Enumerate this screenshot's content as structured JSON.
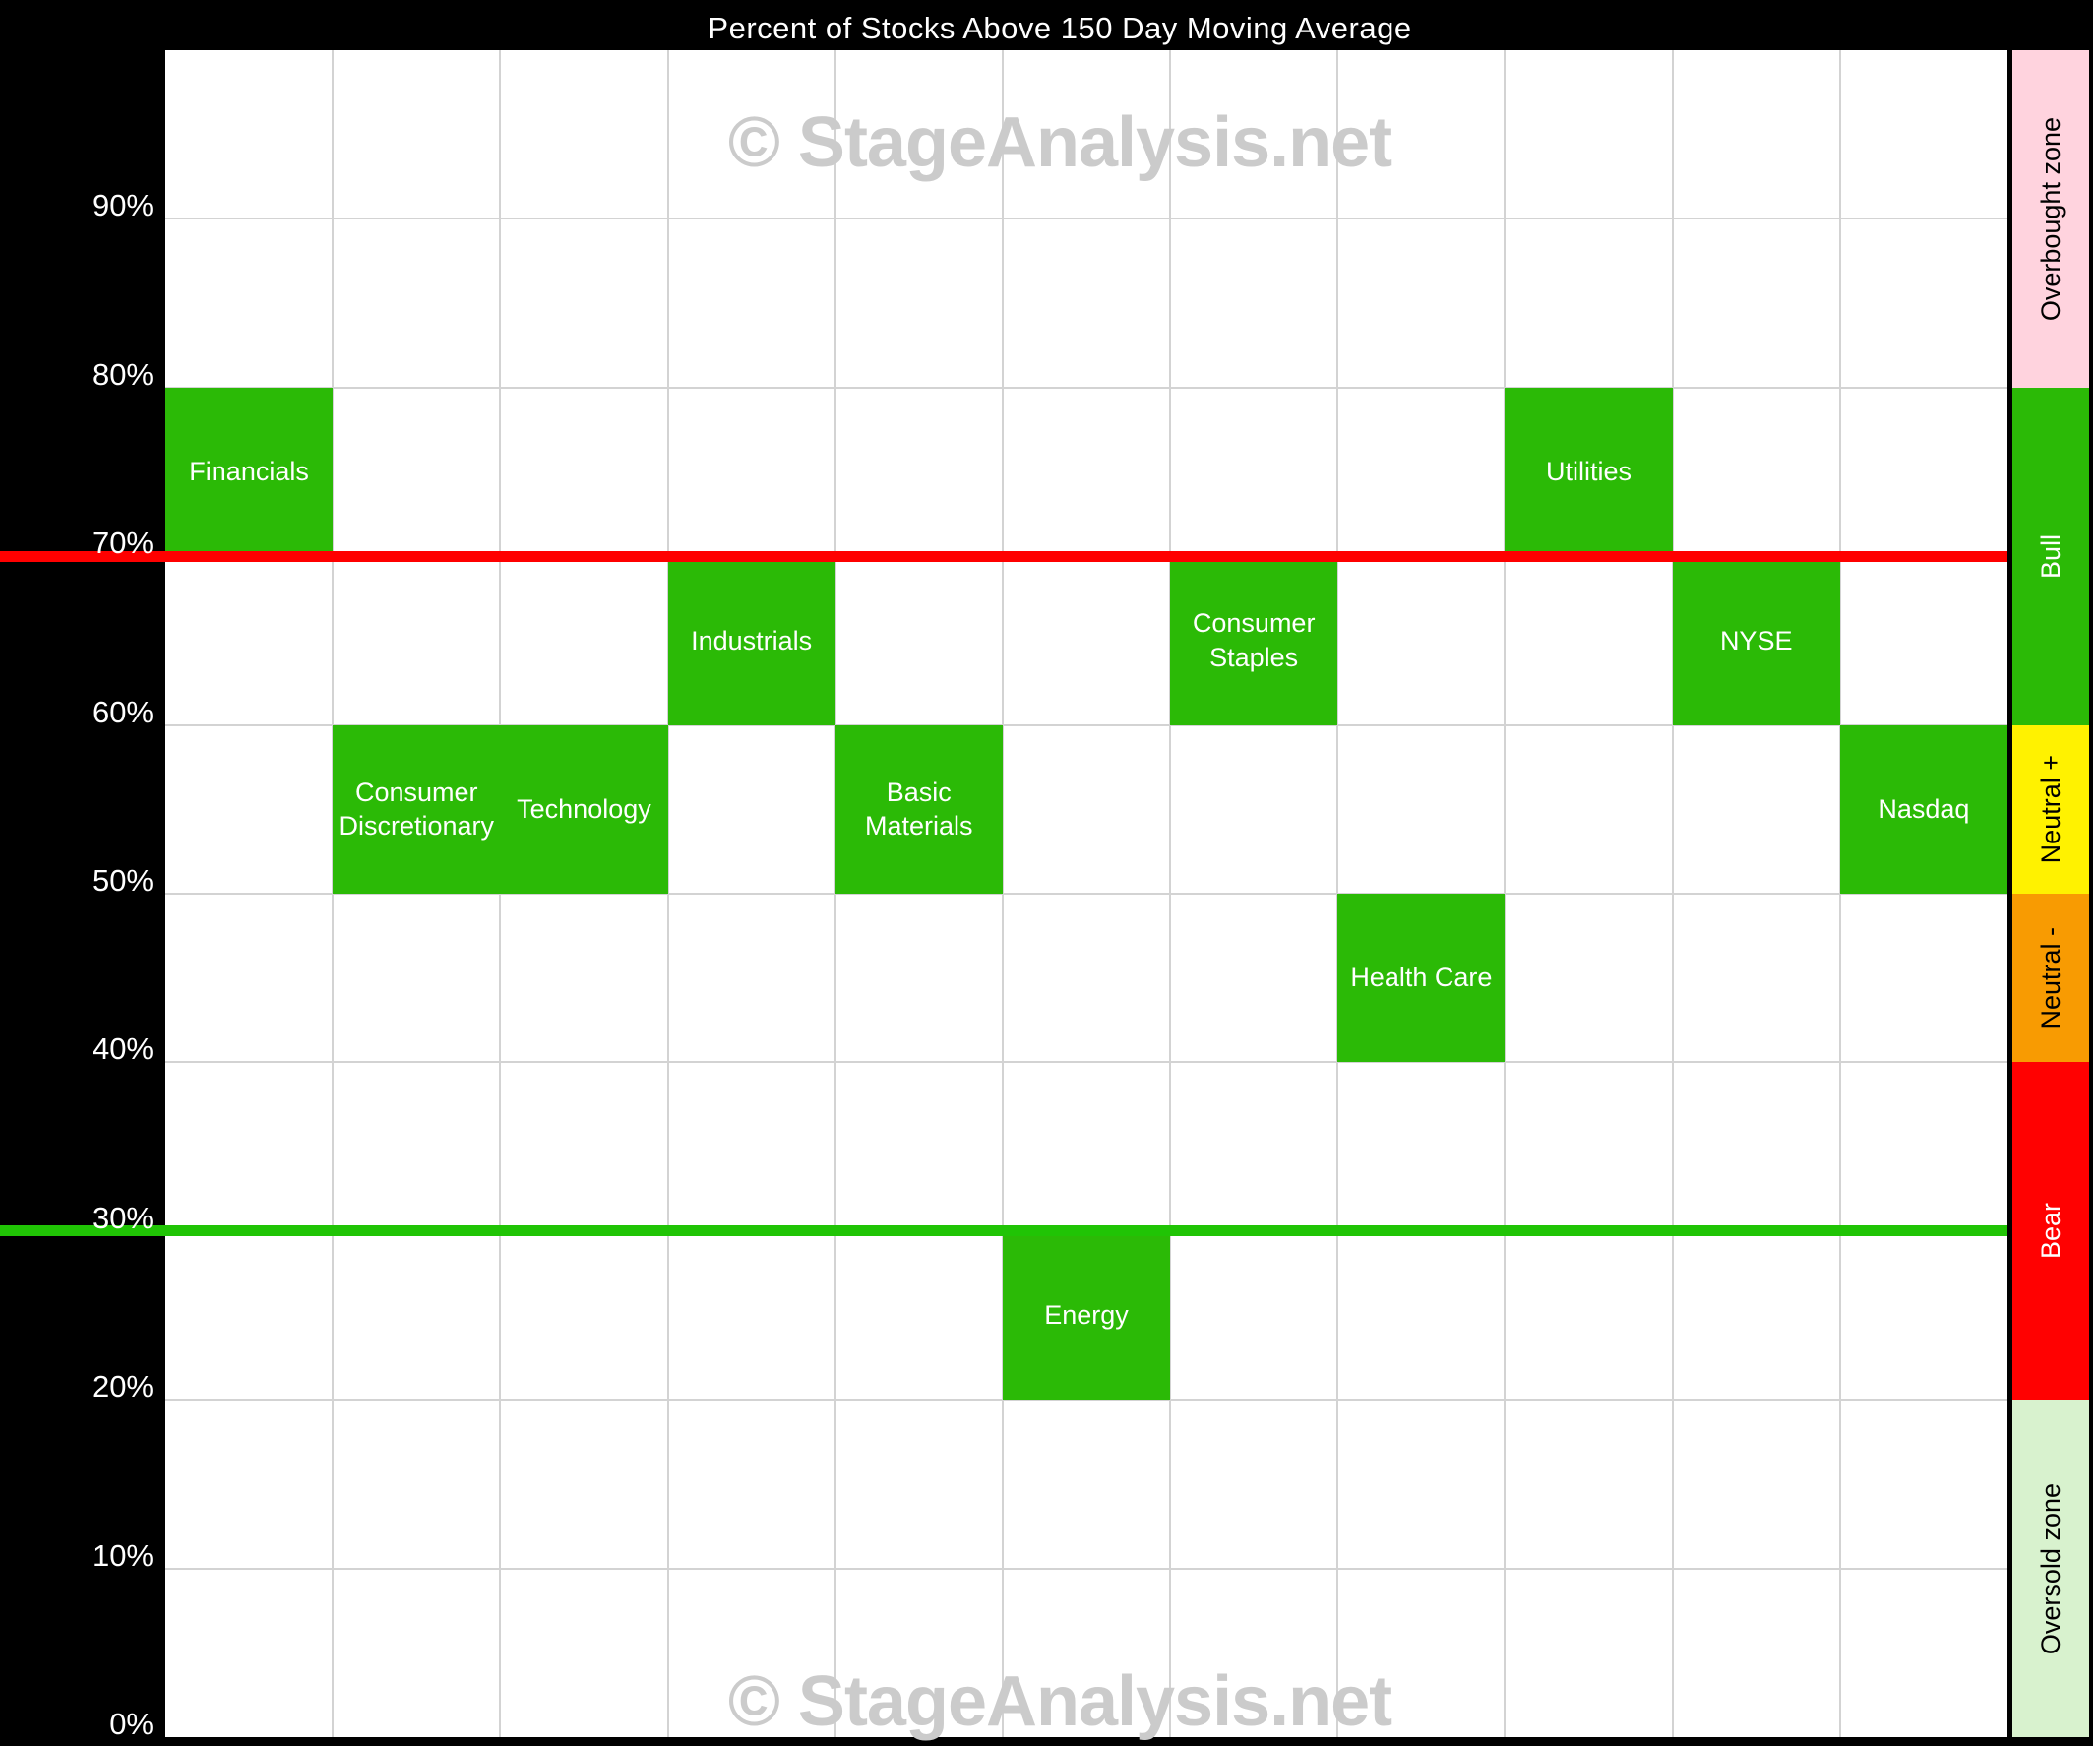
{
  "title": "Percent of Stocks Above 150 Day Moving Average",
  "watermark": "© StageAnalysis.net",
  "colors": {
    "background": "#000000",
    "plot_background": "#ffffff",
    "grid": "#d3d3d3",
    "sector_box": "#2bba06",
    "sector_text": "#ffffff",
    "axis_text": "#ffffff",
    "title_text": "#ffffff",
    "watermark_text": "#cbcbcb",
    "upper_threshold_line": "#ff0000",
    "lower_threshold_line": "#20c405"
  },
  "chart_data": {
    "type": "heatmap",
    "title": "Percent of Stocks Above 150 Day Moving Average",
    "xlabel": "",
    "ylabel": "",
    "ylim": [
      0,
      100
    ],
    "grid": true,
    "columns": 11,
    "band_semantics": "each sector box fills the 10% band containing its current reading",
    "ytick_labels": [
      "90%",
      "80%",
      "70%",
      "60%",
      "50%",
      "40%",
      "30%",
      "20%",
      "10%",
      "0%"
    ],
    "ytick_values": [
      90,
      80,
      70,
      60,
      50,
      40,
      30,
      20,
      10,
      0
    ],
    "sectors": [
      {
        "label": "Financials",
        "column": 0,
        "band": [
          70,
          80
        ]
      },
      {
        "label": "Consumer Discretionary",
        "column": 1,
        "band": [
          50,
          60
        ]
      },
      {
        "label": "Technology",
        "column": 2,
        "band": [
          50,
          60
        ]
      },
      {
        "label": "Industrials",
        "column": 3,
        "band": [
          60,
          70
        ]
      },
      {
        "label": "Basic Materials",
        "column": 4,
        "band": [
          50,
          60
        ]
      },
      {
        "label": "Energy",
        "column": 5,
        "band": [
          20,
          30
        ]
      },
      {
        "label": "Consumer Staples",
        "column": 6,
        "band": [
          60,
          70
        ]
      },
      {
        "label": "Health Care",
        "column": 7,
        "band": [
          40,
          50
        ]
      },
      {
        "label": "Utilities",
        "column": 8,
        "band": [
          70,
          80
        ]
      },
      {
        "label": "NYSE",
        "column": 9,
        "band": [
          60,
          70
        ]
      },
      {
        "label": "Nasdaq",
        "column": 10,
        "band": [
          50,
          60
        ]
      }
    ],
    "threshold_lines": [
      {
        "value": 70,
        "color": "#ff0000"
      },
      {
        "value": 30,
        "color": "#20c405"
      }
    ],
    "zones": [
      {
        "label": "Overbought zone",
        "range": [
          80,
          100
        ],
        "bg": "#ffd3de",
        "text_color": "#000000"
      },
      {
        "label": "Bull",
        "range": [
          60,
          80
        ],
        "bg": "#2bba06",
        "text_color": "#ffffff"
      },
      {
        "label": "Neutral +",
        "range": [
          50,
          60
        ],
        "bg": "#fff200",
        "text_color": "#000000"
      },
      {
        "label": "Neutral -",
        "range": [
          40,
          50
        ],
        "bg": "#f89b02",
        "text_color": "#000000"
      },
      {
        "label": "Bear",
        "range": [
          20,
          40
        ],
        "bg": "#ff0101",
        "text_color": "#ffffff"
      },
      {
        "label": "Oversold zone",
        "range": [
          0,
          20
        ],
        "bg": "#d8f2ce",
        "text_color": "#000000"
      }
    ]
  }
}
